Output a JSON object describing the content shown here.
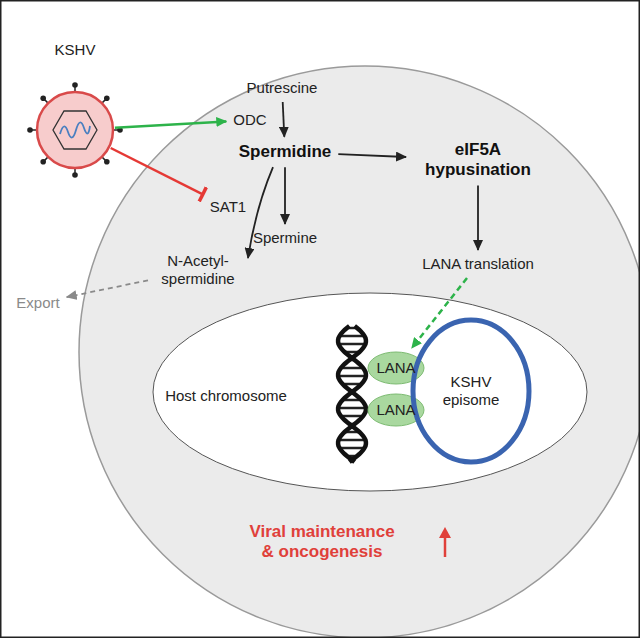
{
  "diagram": {
    "nodes": [
      {
        "text": [
          "KSHV"
        ]
      },
      {
        "text": [
          "Viral maintenance & oncogenesis"
        ]
      },
      {
        "text": [
          "Putrescine"
        ],
        "in": 1
      },
      {
        "text": [
          "ODC"
        ],
        "in": 1
      },
      {
        "text": [
          "SAT1"
        ],
        "in": 1
      },
      {
        "text": [
          "Spermidine"
        ],
        "in": 1
      },
      {
        "text": [
          "eIF5A hypusination"
        ],
        "in": 1
      },
      {
        "text": [
          "Spermine"
        ],
        "in": 1
      },
      {
        "text": [
          "N-Acetyl- spermidine"
        ],
        "in": 1
      },
      {
        "text": [
          "LANA translation"
        ],
        "in": 1
      },
      {
        "text": [
          "Export"
        ]
      },
      {
        "text": [
          "Host chromosome"
        ],
        "in": 1
      },
      {
        "text": [
          "LANA"
        ],
        "in": 11
      },
      {
        "text": [
          "LANA"
        ],
        "in": 11
      },
      {
        "text": [
          "KSHV episome"
        ],
        "in": 11
      }
    ],
    "edges": [
      {
        "from": 0,
        "to": 3,
        "arrow": "to"
      },
      {
        "from": 0,
        "to": 4,
        "arrow": "to"
      },
      {
        "from": 2,
        "to": 5,
        "arrow": "to"
      },
      {
        "from": 5,
        "to": 7,
        "arrow": "to"
      },
      {
        "from": 5,
        "to": 6,
        "arrow": "to"
      },
      {
        "from": 6,
        "to": 9,
        "arrow": "to"
      },
      {
        "from": 9,
        "to": 12,
        "arrow": "to"
      },
      {
        "from": 5,
        "to": 8,
        "arrow": "to"
      },
      {
        "from": 8,
        "to": 10,
        "arrow": "to"
      }
    ]
  }
}
